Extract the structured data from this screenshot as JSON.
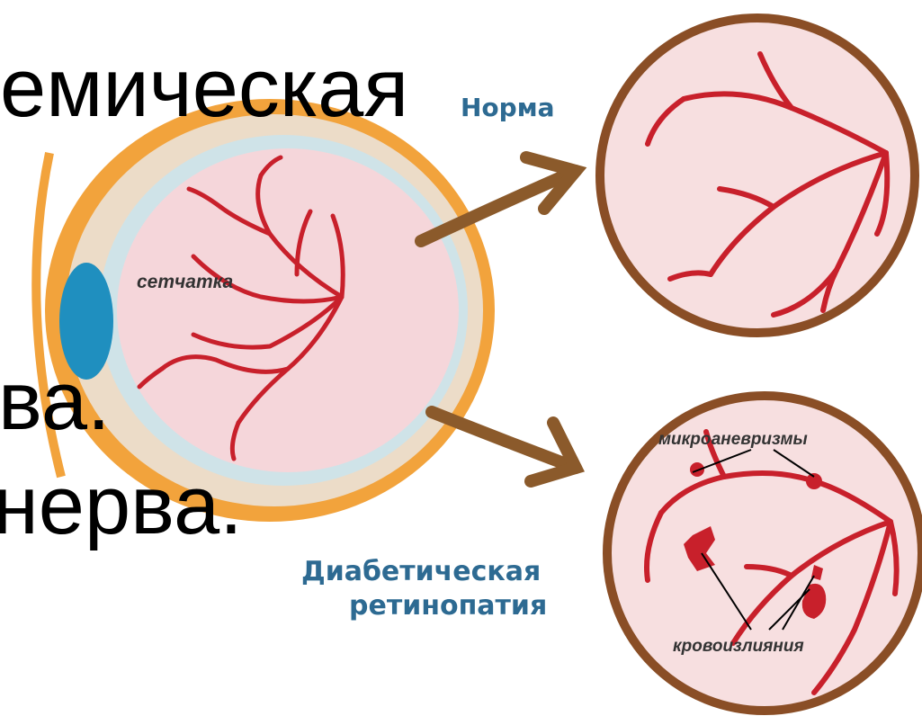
{
  "slide": {
    "text_lines": [
      "емическая",
      "ва.",
      "нерва."
    ]
  },
  "diagram": {
    "label_norm": "Норма",
    "label_retina": "сетчатка",
    "label_diabetic_1": "Диабетическая",
    "label_diabetic_2": "ретинопатия",
    "label_microaneurysms": "микроаневризмы",
    "label_hemorrhages": "кровоизлияния"
  },
  "colors": {
    "accent_blue": "#2d6a92",
    "vessel": "#c8202b",
    "sclera": "#f4a640",
    "fundus_border": "#8a4e26",
    "arrow": "#8b5a2b",
    "fundus_fill": "#f7dfe0",
    "lens": "#1f8fbf"
  }
}
